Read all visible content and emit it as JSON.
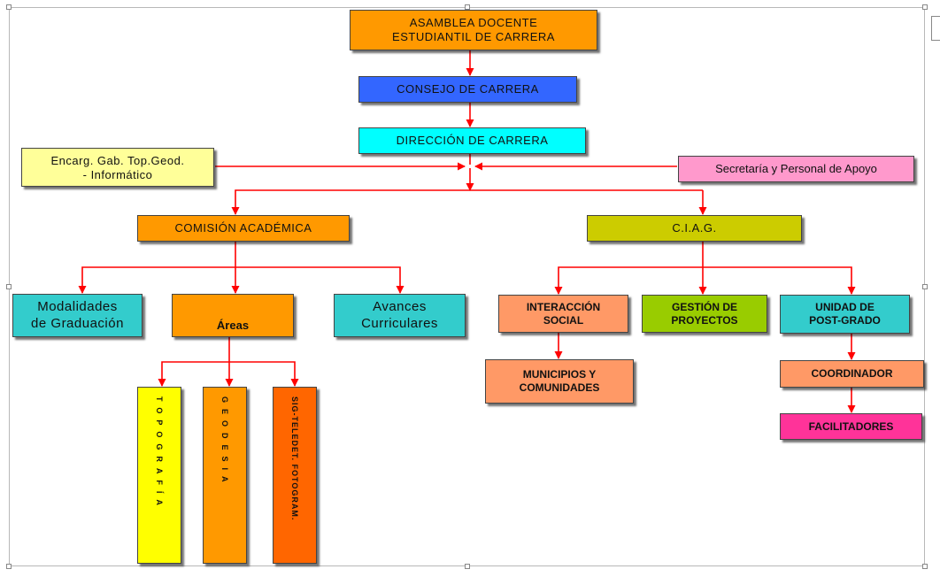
{
  "colors": {
    "orange": "#FF9900",
    "blue": "#3366FF",
    "cyan": "#00FFFF",
    "yellow_light": "#FFFF99",
    "pink_light": "#FF99CC",
    "olive": "#CCCC00",
    "teal": "#33CCCC",
    "salmon": "#FF9966",
    "green": "#99CC00",
    "magenta": "#FF3399",
    "yellow": "#FFFF00",
    "orange_dark": "#FF6600",
    "arrow": "#FF0000"
  },
  "nodes": {
    "asamblea": [
      "ASAMBLEA DOCENTE",
      "ESTUDIANTIL DE CARRERA"
    ],
    "consejo": "CONSEJO DE CARRERA",
    "direccion": "DIRECCIÓN DE CARRERA",
    "encargado": [
      "Encarg. Gab. Top.Geod.",
      "- Informático"
    ],
    "secretaria": "Secretaría y Personal de Apoyo",
    "comision": "COMISIÓN ACADÉMICA",
    "ciag": "C.I.A.G.",
    "modalidades": [
      "Modalidades",
      "de Graduación"
    ],
    "areas": "Áreas",
    "avances": [
      "Avances",
      "Curriculares"
    ],
    "interaccion": [
      "INTERACCIÓN",
      "SOCIAL"
    ],
    "gestion": [
      "GESTIÓN DE",
      "PROYECTOS"
    ],
    "postgrado": [
      "UNIDAD DE",
      "POST-GRADO"
    ],
    "municipios": [
      "MUNICIPIOS Y",
      "COMUNIDADES"
    ],
    "coordinador": "COORDINADOR",
    "facilitadores": "FACILITADORES",
    "topografia": "TOPOGRAFÍA",
    "geodesia": "GEODESIA",
    "sig": "SIG-TELEDET. FOTOGRAM."
  }
}
